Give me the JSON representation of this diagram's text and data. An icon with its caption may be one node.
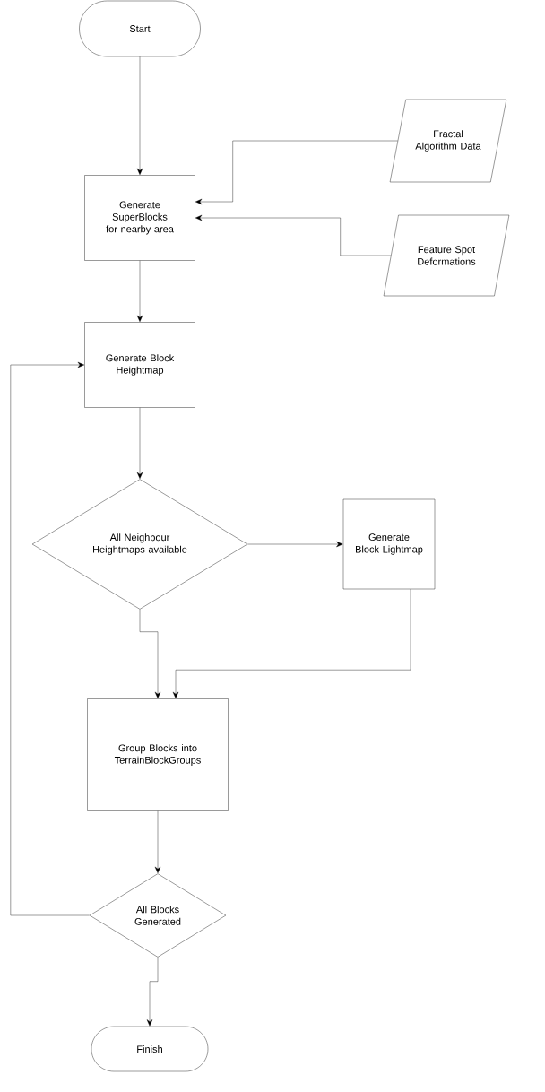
{
  "diagram": {
    "nodes": [
      {
        "text": [
          "Start"
        ]
      },
      {
        "text": [
          "Fractal Algorithm Data"
        ]
      },
      {
        "text": [
          "Generate SuperBlocks for nearby area"
        ]
      },
      {
        "text": [
          "Feature Spot Deformations"
        ]
      },
      {
        "text": [
          "Generate Block Heightmap"
        ]
      },
      {
        "text": [
          "All Neighbour Heightmaps available"
        ]
      },
      {
        "text": [
          "Generate Block Lightmap"
        ]
      },
      {
        "text": [
          "Group Blocks into TerrainBlockGroups"
        ]
      },
      {
        "text": [
          "All Blocks Generated"
        ]
      },
      {
        "text": [
          "Finish"
        ]
      }
    ],
    "edges": [
      {
        "from": 0,
        "to": 2,
        "arrow": "to"
      },
      {
        "from": 1,
        "to": 2,
        "arrow": "to"
      },
      {
        "from": 3,
        "to": 2,
        "arrow": "to"
      },
      {
        "from": 2,
        "to": 4,
        "arrow": "to"
      },
      {
        "from": 4,
        "to": 5,
        "arrow": "to"
      },
      {
        "from": 5,
        "to": 6,
        "arrow": "to"
      },
      {
        "from": 5,
        "to": 7,
        "arrow": "to"
      },
      {
        "from": 6,
        "to": 7,
        "arrow": "to"
      },
      {
        "from": 7,
        "to": 8,
        "arrow": "to"
      },
      {
        "from": 8,
        "to": 9,
        "arrow": "to"
      },
      {
        "from": 8,
        "to": 4,
        "arrow": "to"
      }
    ]
  }
}
